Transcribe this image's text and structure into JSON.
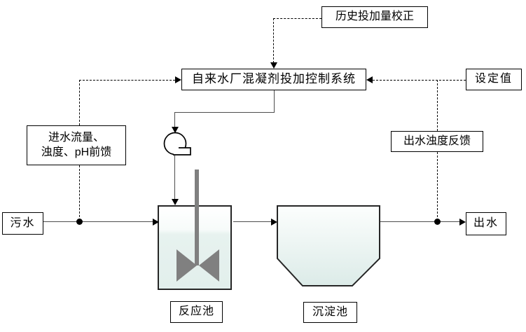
{
  "diagram": {
    "nodes": {
      "history_correction": {
        "label": "历史投加量校正"
      },
      "control_system": {
        "label": "自来水厂混凝剂投加控制系统"
      },
      "setpoint": {
        "label": "设定值"
      },
      "feedforward": {
        "line1": "进水流量、",
        "line2": "浊度、pH前馈"
      },
      "effluent_feedback": {
        "label": "出水浊度反馈"
      },
      "influent": {
        "label": "污水"
      },
      "effluent": {
        "label": "出水"
      },
      "reaction_tank": {
        "label": "反应池"
      },
      "sedimentation_tank": {
        "label": "沉淀池"
      }
    },
    "colors": {
      "solid_line": "#4d4d4d",
      "dashed_line": "#000000",
      "box_border": "#000000",
      "water_fill": "#e2efec",
      "impeller": "#808080"
    }
  }
}
